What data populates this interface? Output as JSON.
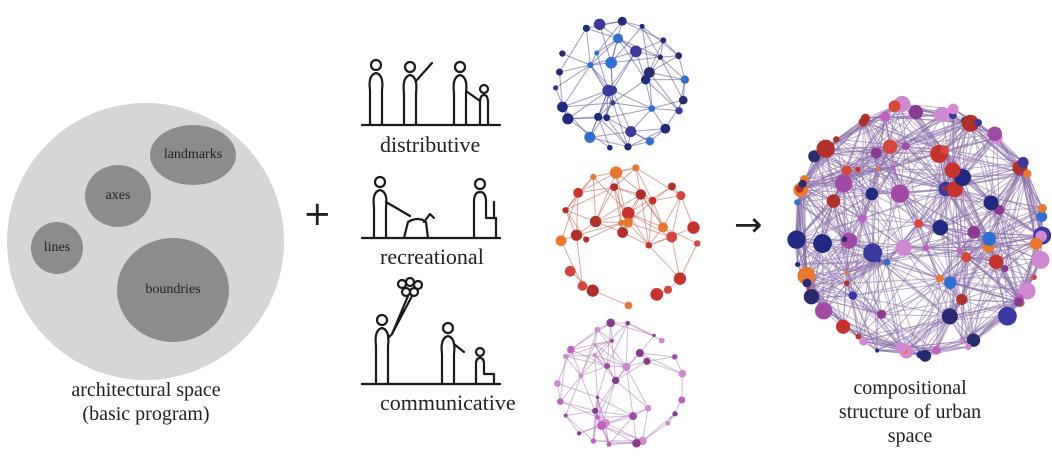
{
  "basic_program": {
    "elements": [
      "landmarks",
      "axes",
      "lines",
      "boundries"
    ],
    "caption_line1": "architectural space",
    "caption_line2": "(basic program)"
  },
  "operator_plus": "+",
  "operator_arrow": "→",
  "activities": [
    {
      "label": "distributive",
      "network_color": "#2a2a6e"
    },
    {
      "label": "recreational",
      "network_color": "#d8453a"
    },
    {
      "label": "communicative",
      "network_color": "#a04aa6"
    }
  ],
  "result": {
    "caption_line1": "compositional",
    "caption_line2": "structure of urban",
    "caption_line3": "space"
  }
}
